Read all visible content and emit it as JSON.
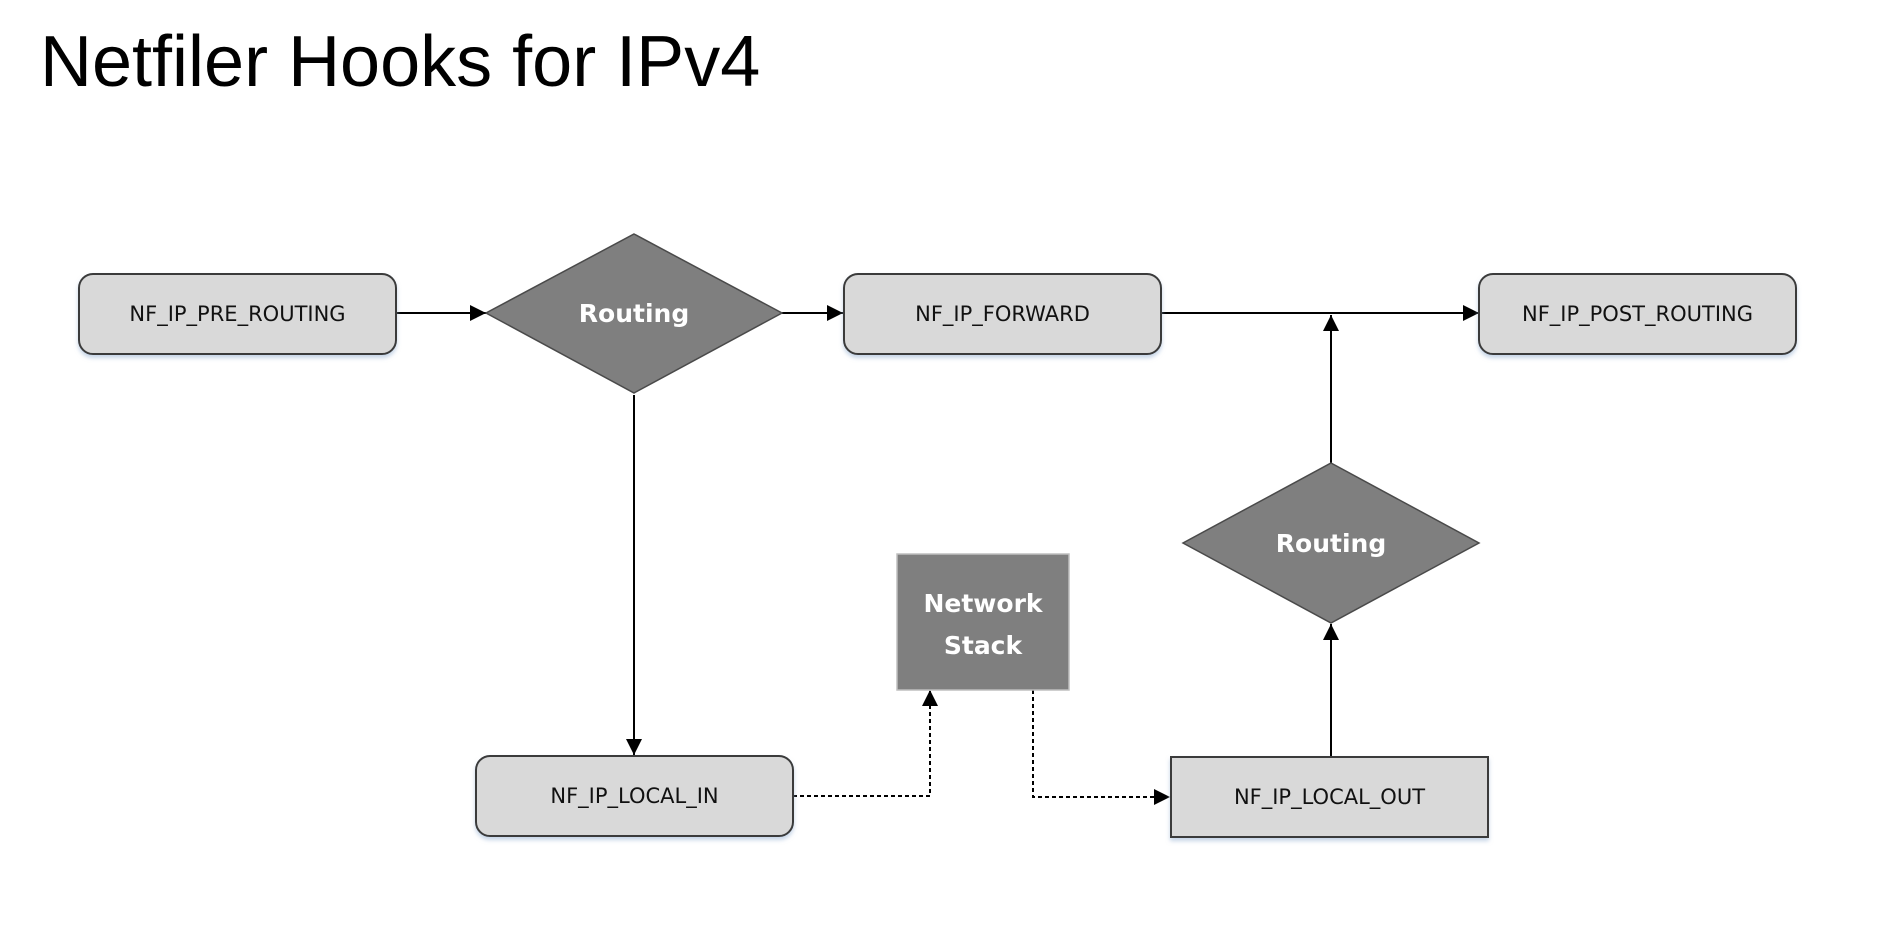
{
  "title": "Netfiler Hooks for IPv4",
  "colors": {
    "hook_fill": "#d9d9d9",
    "hook_stroke": "#3a3a3a",
    "decision_fill": "#7f7f7f",
    "stack_fill": "#7f7f7f",
    "label_light": "#ffffff",
    "edge": "#000000"
  },
  "nodes": {
    "pre_routing": "NF_IP_PRE_ROUTING",
    "routing_1": "Routing",
    "forward": "NF_IP_FORWARD",
    "post_routing": "NF_IP_POST_ROUTING",
    "routing_2": "Routing",
    "network_stack_line1": "Network",
    "network_stack_line2": "Stack",
    "local_in": "NF_IP_LOCAL_IN",
    "local_out": "NF_IP_LOCAL_OUT"
  },
  "edges": [
    {
      "from": "NF_IP_PRE_ROUTING",
      "to": "Routing",
      "style": "solid"
    },
    {
      "from": "Routing",
      "to": "NF_IP_FORWARD",
      "style": "solid"
    },
    {
      "from": "NF_IP_FORWARD",
      "to": "NF_IP_POST_ROUTING",
      "style": "solid"
    },
    {
      "from": "Routing",
      "to": "NF_IP_LOCAL_IN",
      "style": "solid"
    },
    {
      "from": "NF_IP_LOCAL_IN",
      "to": "Network Stack",
      "style": "dotted"
    },
    {
      "from": "Network Stack",
      "to": "NF_IP_LOCAL_OUT",
      "style": "dotted"
    },
    {
      "from": "NF_IP_LOCAL_OUT",
      "to": "Routing",
      "style": "solid"
    },
    {
      "from": "Routing",
      "to": "NF_IP_POST_ROUTING",
      "style": "solid"
    }
  ]
}
